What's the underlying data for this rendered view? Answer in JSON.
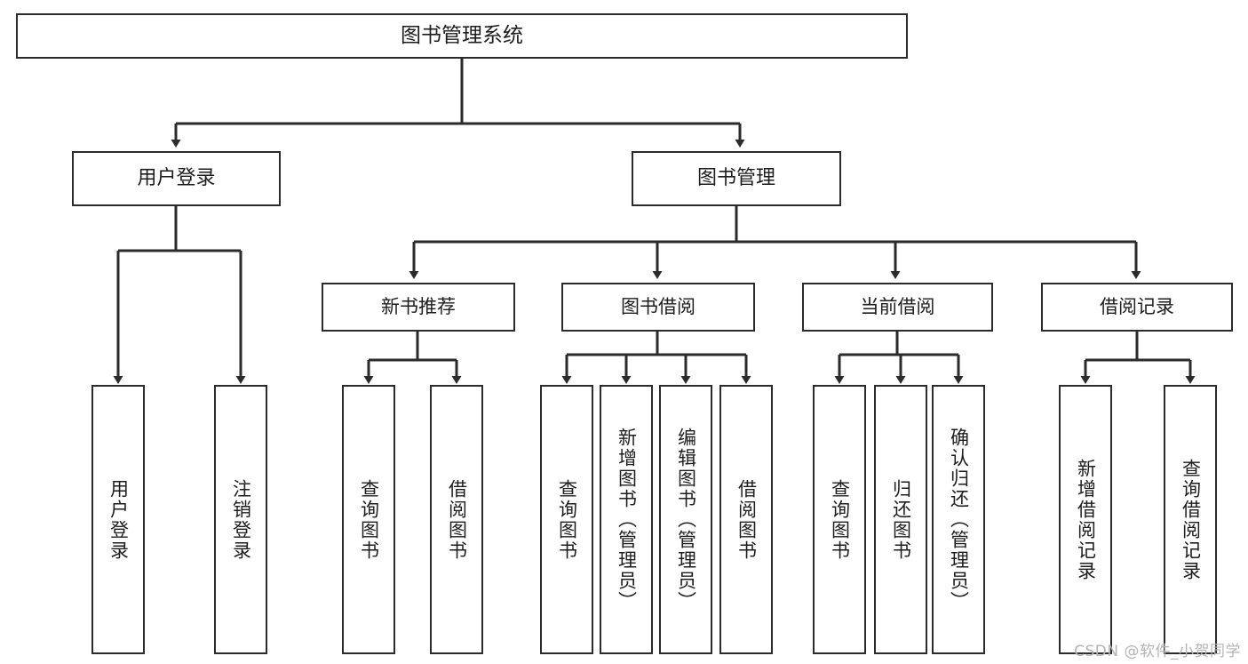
{
  "diagram": {
    "type": "tree-hierarchy-chart",
    "title": "图书管理系统",
    "orientation": "top-down",
    "colors": {
      "node_border": "#2b2b2b",
      "node_fill": "#ffffff",
      "edge": "#2b2b2b",
      "text": "#1d1d1d",
      "watermark": "#b4b4b4",
      "background": "#ffffff"
    },
    "root": {
      "label": "图书管理系统"
    },
    "level2": [
      {
        "label": "用户登录"
      },
      {
        "label": "图书管理"
      }
    ],
    "level3": [
      {
        "label": "新书推荐"
      },
      {
        "label": "图书借阅"
      },
      {
        "label": "当前借阅"
      },
      {
        "label": "借阅记录"
      }
    ],
    "leaves": {
      "user_login": [
        {
          "label": "用户登录"
        },
        {
          "label": "注销登录"
        }
      ],
      "new_book_recommend": [
        {
          "label": "查询图书"
        },
        {
          "label": "借阅图书"
        }
      ],
      "book_borrow": [
        {
          "label": "查询图书"
        },
        {
          "label": "新增图书（管理员）"
        },
        {
          "label": "编辑图书（管理员）"
        },
        {
          "label": "借阅图书"
        }
      ],
      "current_borrow": [
        {
          "label": "查询图书"
        },
        {
          "label": "归还图书"
        },
        {
          "label": "确认归还（管理员）"
        }
      ],
      "borrow_record": [
        {
          "label": "新增借阅记录"
        },
        {
          "label": "查询借阅记录"
        }
      ]
    }
  },
  "watermark": {
    "text": "CSDN @软件_小贺同学"
  }
}
